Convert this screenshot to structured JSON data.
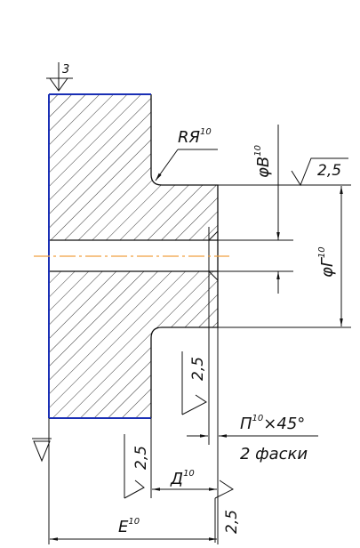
{
  "colors": {
    "ink": "#111111",
    "outline": "#1a2fb5",
    "centerline": "#f0a040",
    "background": "#ffffff"
  },
  "labels": {
    "radius": {
      "text": "RЯ",
      "sup": "10"
    },
    "diameter_b": {
      "text": "φB",
      "sup": "10"
    },
    "diameter_g": {
      "text": "φГ",
      "sup": "10"
    },
    "chamfer": {
      "text": "П",
      "sup": "10",
      "suffix": "×45°"
    },
    "chamfer_note": "2 фаски",
    "length_d": {
      "text": "Д",
      "sup": "10"
    },
    "length_e": {
      "text": "E",
      "sup": "10"
    },
    "top_mark": "3"
  },
  "roughness": {
    "value": "2,5",
    "count": 4
  },
  "icons": {
    "roughness": "surface-roughness-icon",
    "datum": "datum-triangle-icon"
  }
}
